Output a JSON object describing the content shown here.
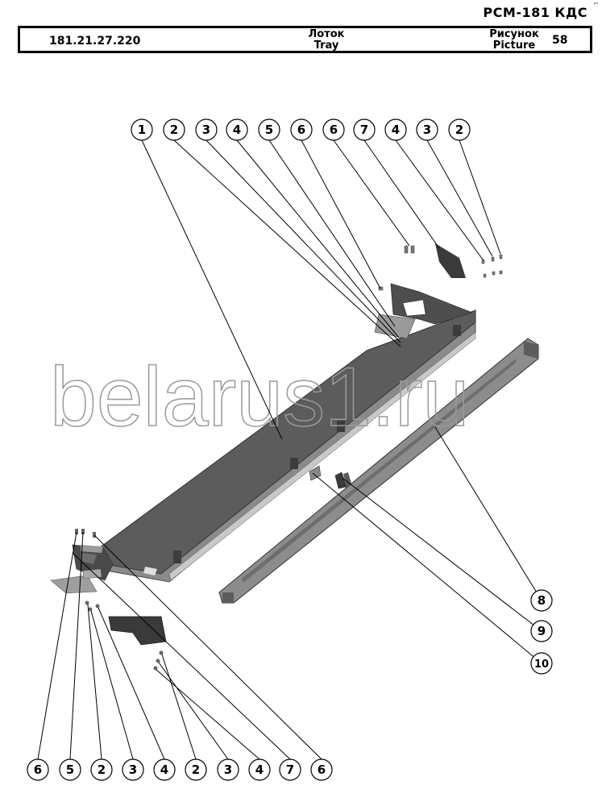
{
  "header": {
    "model": "РСМ-181 КДС",
    "top_mark": "⌐",
    "part_code": "181.21.27.220",
    "title_ru": "Лоток",
    "title_en": "Tray",
    "picture_label_ru": "Рисунок",
    "picture_label_en": "Picture",
    "picture_number": "58"
  },
  "watermark": "belarus1.ru",
  "callouts": {
    "top": [
      "1",
      "2",
      "3",
      "4",
      "5",
      "6",
      "6",
      "7",
      "4",
      "3",
      "2"
    ],
    "right": [
      "8",
      "9",
      "10"
    ],
    "bottom": [
      "6",
      "5",
      "2",
      "3",
      "4",
      "2",
      "3",
      "4",
      "7",
      "6"
    ]
  }
}
